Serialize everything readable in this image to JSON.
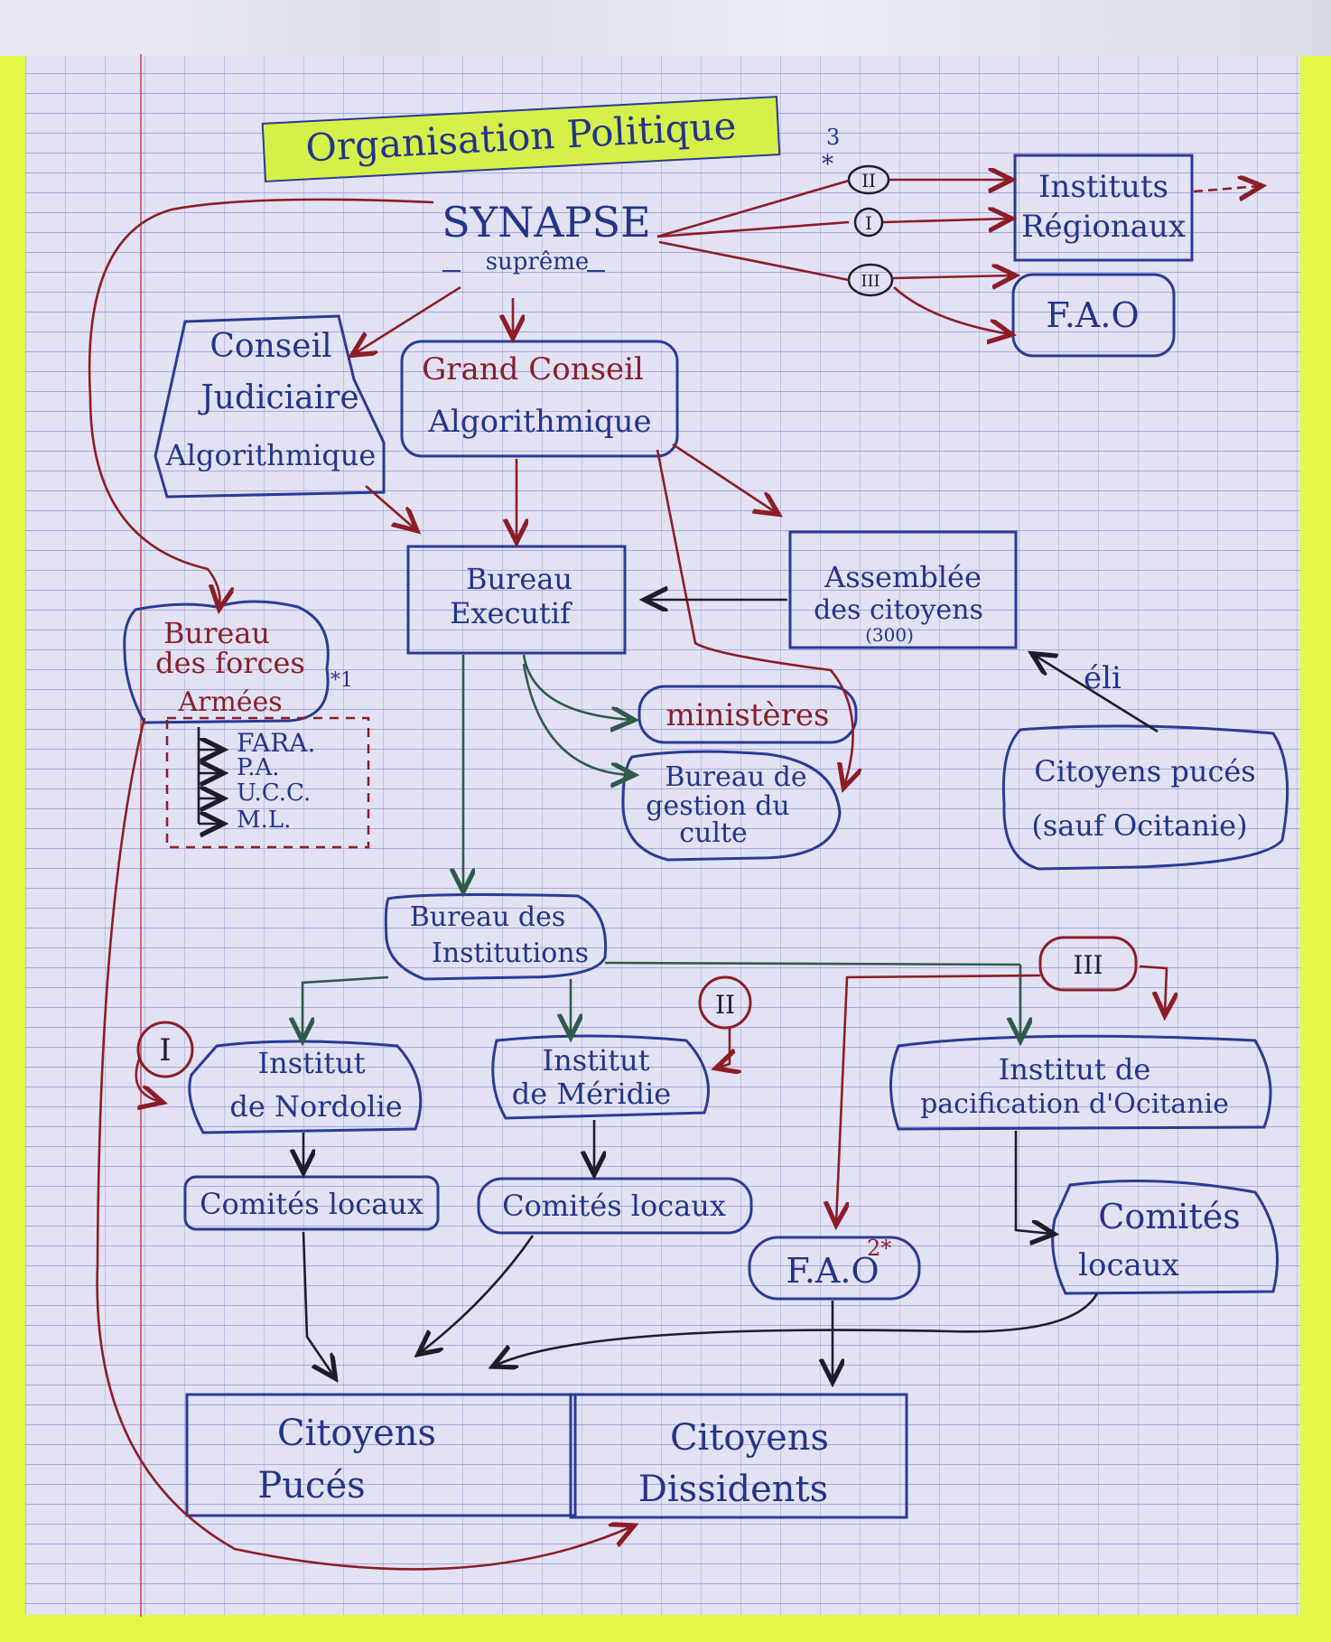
{
  "title": "Organisation Politique",
  "nodes": {
    "synapse": "SYNAPSE",
    "synapse_sub": "suprême",
    "conseil_judiciaire": [
      "Conseil",
      "Judiciaire",
      "Algorithmique"
    ],
    "grand_conseil": [
      "Grand Conseil",
      "Algorithmique"
    ],
    "bureau_executif": [
      "Bureau",
      "Executif"
    ],
    "assemblee": [
      "Assemblée",
      "des citoyens",
      "(300)"
    ],
    "bureau_forces": [
      "Bureau",
      "des forces",
      "Armées"
    ],
    "forces_list": [
      "FARA.",
      "P.A.",
      "U.C.C.",
      "M.L."
    ],
    "ministeres": "ministères",
    "bureau_culte": [
      "Bureau de",
      "gestion du",
      "culte"
    ],
    "citoyens_puces_right": [
      "Citoyens pucés",
      "(sauf Ocitanie)"
    ],
    "eli": "éli",
    "instituts_regionaux": [
      "Instituts",
      "Régionaux"
    ],
    "fao_top": "F.A.O",
    "bureau_institutions": [
      "Bureau des",
      "Institutions"
    ],
    "institut_nordolie": [
      "Institut",
      "de Nordolie"
    ],
    "institut_meridie": [
      "Institut",
      "de Méridie"
    ],
    "institut_ocitanie": [
      "Institut de",
      "pacification d'Ocitanie"
    ],
    "comites_1": "Comités locaux",
    "comites_2": "Comités locaux",
    "comites_3": [
      "Comités",
      "locaux"
    ],
    "fao_bottom": "F.A.O",
    "citoyens_puces": [
      "Citoyens",
      "Pucés"
    ],
    "citoyens_dissidents": [
      "Citoyens",
      "Dissidents"
    ]
  },
  "markers": {
    "roman_1": "I",
    "roman_2": "II",
    "roman_3": "III",
    "note_1": "*1",
    "note_2": "2*",
    "note_3": "3",
    "note_3_star": "*"
  },
  "colors": {
    "highlight": "#e4f845",
    "ink_blue": "#23348a",
    "ink_red": "#8c1d26",
    "ink_green": "#2f5b4a"
  }
}
